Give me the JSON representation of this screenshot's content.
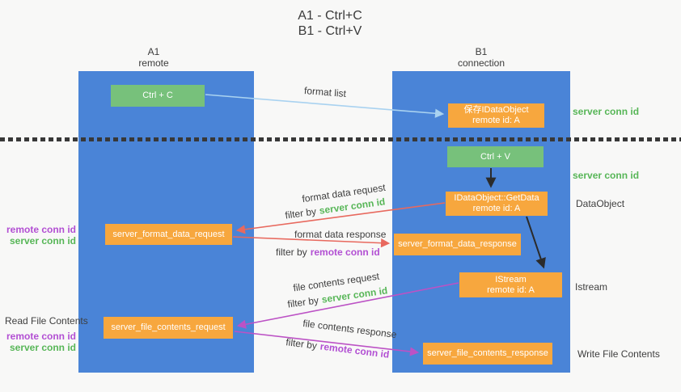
{
  "title": {
    "line1": "A1 - Ctrl+C",
    "line2": "B1 - Ctrl+V"
  },
  "lifelines": {
    "a1": {
      "name": "A1",
      "role": "remote"
    },
    "b1": {
      "name": "B1",
      "role": "connection"
    }
  },
  "boxes": {
    "ctrl_c": "Ctrl + C",
    "save_idataobject": {
      "line1": "保存IDataObject",
      "line2": "remote id: A"
    },
    "ctrl_v": "Ctrl + V",
    "getdata": {
      "line1": "IDataObject::GetData",
      "line2": "remote id: A"
    },
    "format_request": "server_format_data_request",
    "format_response": "server_format_data_response",
    "istream": {
      "line1": "IStream",
      "line2": "remote id: A"
    },
    "file_request": "server_file_contents_request",
    "file_response": "server_file_contents_response"
  },
  "arrow_labels": {
    "format_list": "format list",
    "format_data_request": "format data request",
    "format_data_response": "format data response",
    "file_contents_request": "file contents request",
    "file_contents_response": "file contents response",
    "filter_by": "filter by",
    "server_conn_id": "server conn id",
    "remote_conn_id": "remote conn id"
  },
  "side_labels": {
    "right_server_conn_id_top": "server conn id",
    "right_server_conn_id_mid": "server conn id",
    "dataobject": "DataObject",
    "istream": "Istream",
    "write_file_contents": "Write File Contents",
    "read_file_contents": "Read File Contents",
    "left_remote_conn_id_top": "remote conn id",
    "left_server_conn_id_top": "server conn id",
    "left_remote_conn_id_bottom": "remote conn id",
    "left_server_conn_id_bottom": "server conn id"
  },
  "colors": {
    "background": "#f8f8f7",
    "column_blue": "#4a84d7",
    "box_green": "#77c17b",
    "box_orange": "#f7a73e",
    "server_conn_id_green": "#57b657",
    "remote_conn_id_purple": "#b24fd3",
    "format_arrow_red": "#e8695e",
    "file_arrow_magenta": "#bc52c5",
    "format_list_arrow_blue": "#a9d2f0",
    "black_arrow": "#2b2b2b",
    "dotted_line": "#383838"
  }
}
